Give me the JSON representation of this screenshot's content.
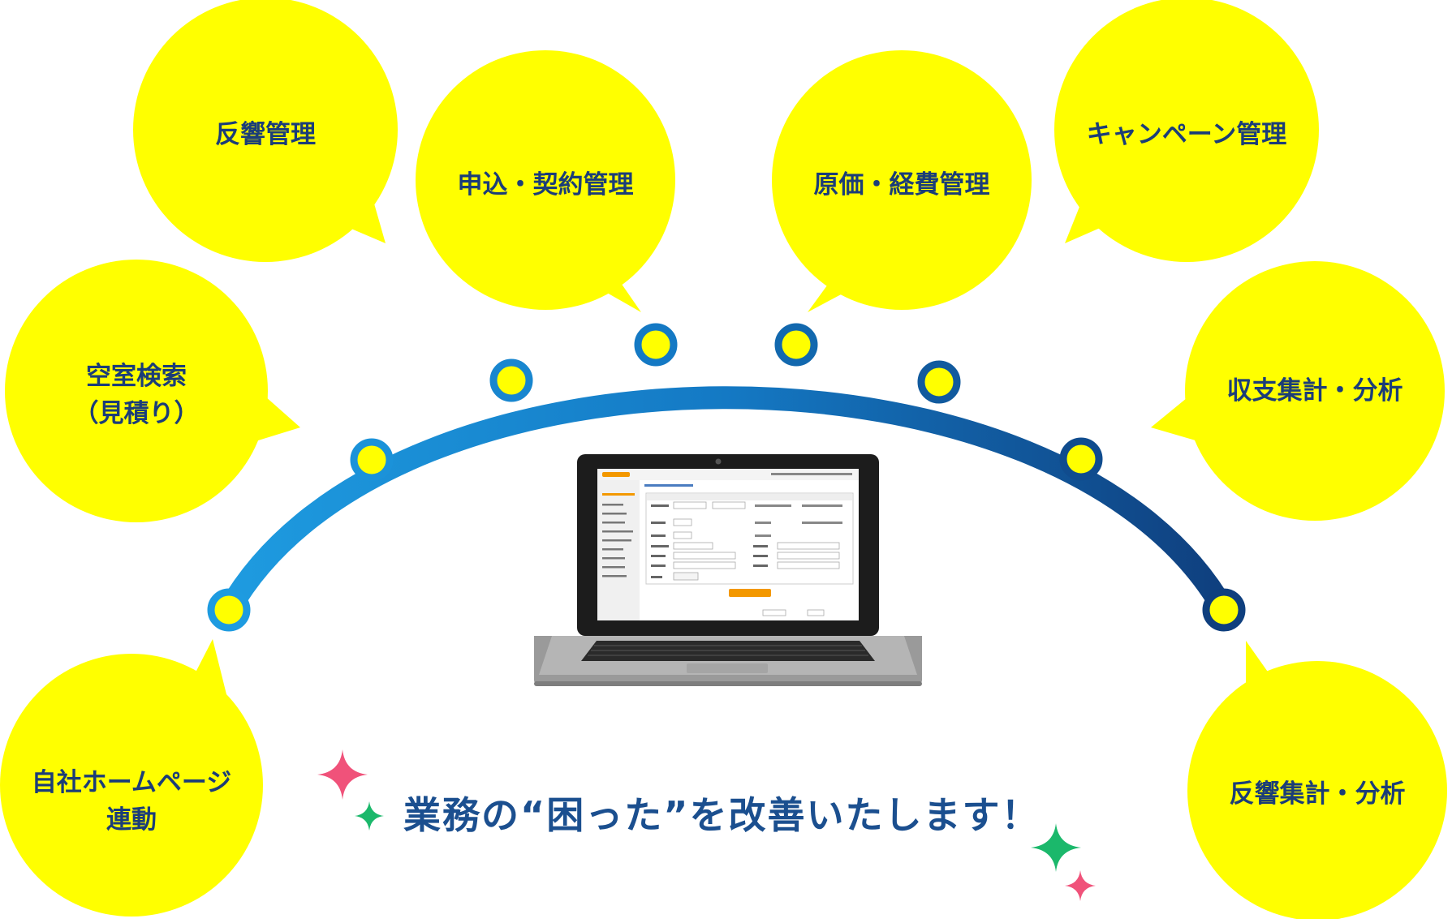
{
  "bubbles": [
    {
      "id": "hankyo-kanri",
      "lines": [
        "反響管理"
      ]
    },
    {
      "id": "moushikomi",
      "lines": [
        "申込・契約管理"
      ]
    },
    {
      "id": "genka",
      "lines": [
        "原価・経費管理"
      ]
    },
    {
      "id": "campaign",
      "lines": [
        "キャンペーン管理"
      ]
    },
    {
      "id": "kushitsu",
      "lines": [
        "空室検索",
        "（見積り）"
      ]
    },
    {
      "id": "shushi",
      "lines": [
        "収支集計・分析"
      ]
    },
    {
      "id": "homepage",
      "lines": [
        "自社ホームページ",
        "連動"
      ]
    },
    {
      "id": "hankyo-shukei",
      "lines": [
        "反響集計・分析"
      ]
    }
  ],
  "tagline": "業務の“困った”を改善いたします！",
  "colors": {
    "bubble": "#ffff00",
    "text": "#1b3d78",
    "arc_start": "#1e9be0",
    "arc_end": "#0f3f7e",
    "sparkle_pink": "#f0527a",
    "sparkle_green": "#1bb86b"
  }
}
